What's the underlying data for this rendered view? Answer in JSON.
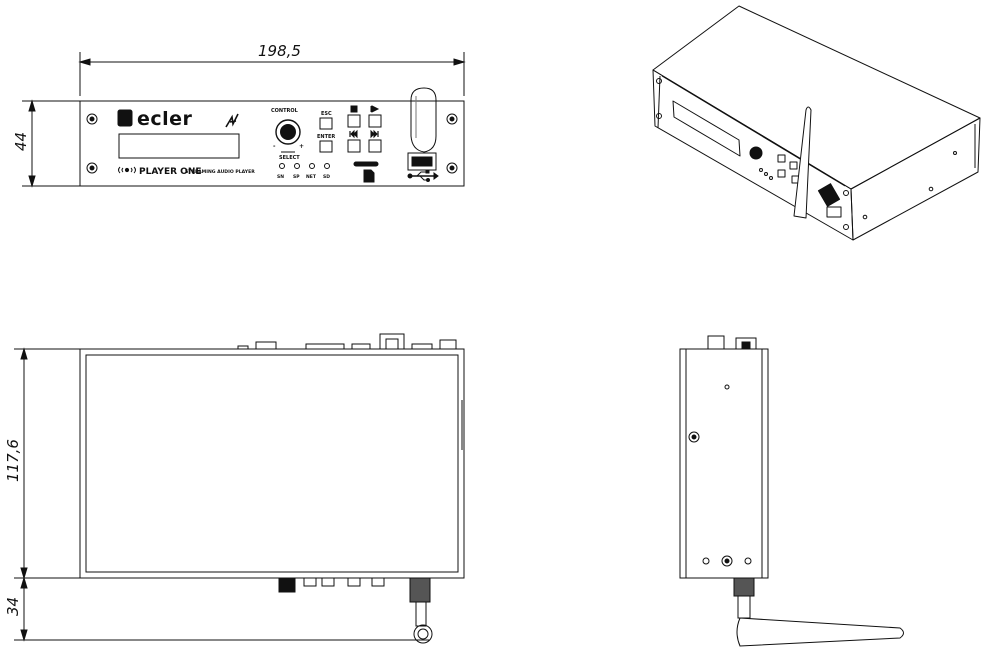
{
  "dimensions": {
    "width": "198,5",
    "height_front": "44",
    "depth": "117,6",
    "antenna": "34"
  },
  "front_panel": {
    "brand": "ecler",
    "product": "PLAYER ONE",
    "subtitle": "STREAMING AUDIO PLAYER",
    "control": "CONTROL",
    "select": "SELECT",
    "minus": "-",
    "plus": "+",
    "esc": "ESC",
    "enter": "ENTER",
    "leds": [
      "SN",
      "SP",
      "NET",
      "SD"
    ]
  }
}
